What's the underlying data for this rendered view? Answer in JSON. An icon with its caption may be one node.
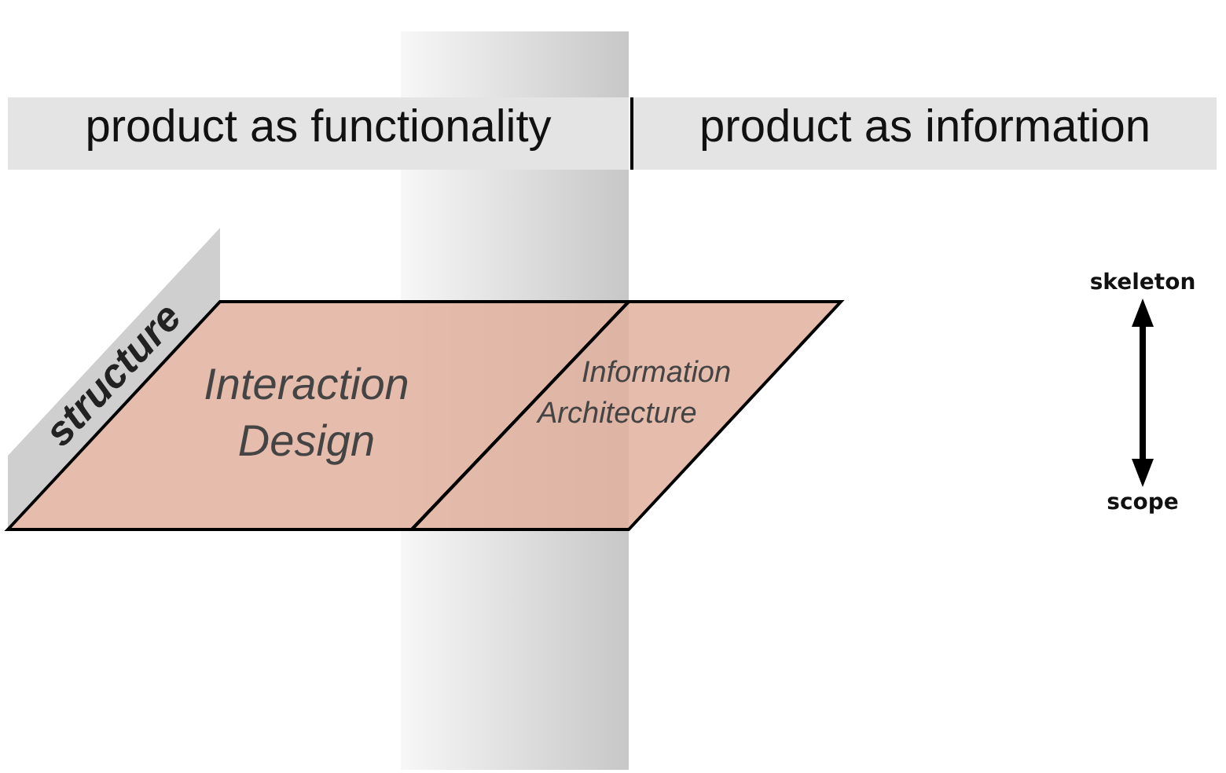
{
  "diagram": {
    "nodes": [
      {
        "text": [
          "product as functionality"
        ]
      },
      {
        "text": [
          "product as information"
        ]
      },
      {
        "text": [
          "structure"
        ]
      },
      {
        "text": [
          "Interaction Design"
        ]
      },
      {
        "text": [
          "Information Architecture"
        ]
      }
    ],
    "edges": [],
    "labels": [
      "skeleton",
      "scope"
    ]
  }
}
